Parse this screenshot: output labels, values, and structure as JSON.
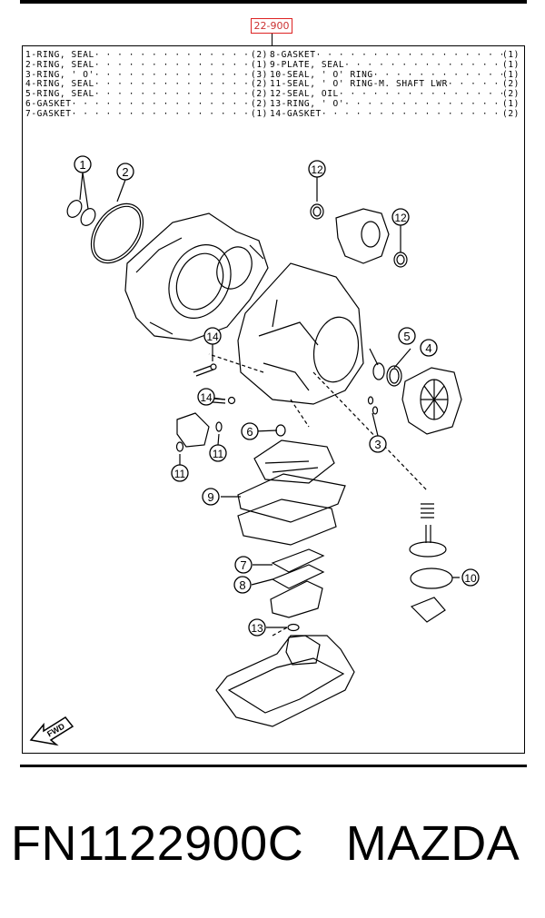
{
  "ref_code": "22-900",
  "parts_left": [
    {
      "label": "1-RING, SEAL",
      "qty": "(2)"
    },
    {
      "label": "2-RING, SEAL",
      "qty": "(1)"
    },
    {
      "label": "3-RING, ' O'",
      "qty": "(3)"
    },
    {
      "label": "4-RING, SEAL",
      "qty": "(2)"
    },
    {
      "label": "5-RING, SEAL",
      "qty": "(2)"
    },
    {
      "label": "6-GASKET",
      "qty": "(2)"
    },
    {
      "label": "7-GASKET",
      "qty": "(1)"
    }
  ],
  "parts_right": [
    {
      "label": "8-GASKET",
      "qty": "(1)"
    },
    {
      "label": "9-PLATE, SEAL",
      "qty": "(1)"
    },
    {
      "label": "10-SEAL, ' O' RING",
      "qty": "(1)"
    },
    {
      "label": "11-SEAL, ' O' RING-M. SHAFT LWR",
      "qty": "(2)"
    },
    {
      "label": "12-SEAL, OIL",
      "qty": "(2)"
    },
    {
      "label": "13-RING, ' O'",
      "qty": "(1)"
    },
    {
      "label": "14-GASKET",
      "qty": "(2)"
    }
  ],
  "callouts": [
    "1",
    "2",
    "12",
    "12",
    "14",
    "5",
    "4",
    "14",
    "6",
    "11",
    "11",
    "3",
    "9",
    "7",
    "8",
    "10",
    "13"
  ],
  "fwd_label": "FWD",
  "part_number": "FN1122900C",
  "brand": "MAZDA",
  "colors": {
    "ref_box": "#dd2222",
    "ink": "#000000"
  }
}
